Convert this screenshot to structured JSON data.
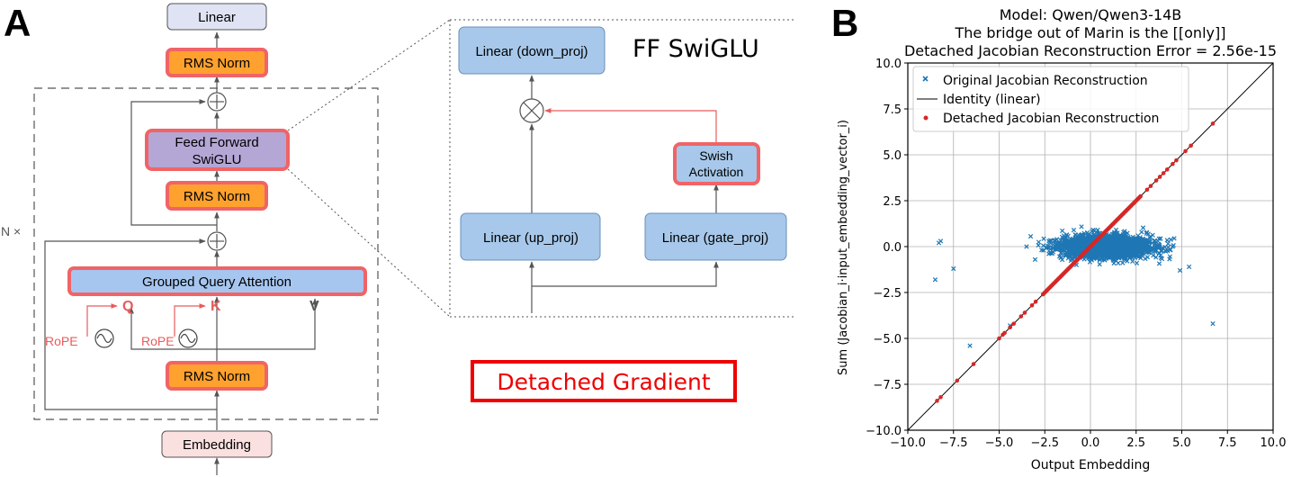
{
  "panel_a": {
    "letter": "A",
    "blocks": {
      "linear_top": "Linear",
      "rms_norm_top": "RMS Norm",
      "ff_line1": "Feed Forward",
      "ff_line2": "SwiGLU",
      "rms_norm_mid": "RMS Norm",
      "gqa": "Grouped Query Attention",
      "rms_norm_bottom": "RMS Norm",
      "embedding": "Embedding"
    },
    "qkv": {
      "q": "Q",
      "k": "K",
      "v": "V"
    },
    "rope": "RoPE",
    "repeat": "N ×",
    "zoom": {
      "title": "FF SwiGLU",
      "down_proj": "Linear (down_proj)",
      "up_proj": "Linear (up_proj)",
      "gate_proj": "Linear (gate_proj)",
      "swish_line1": "Swish",
      "swish_line2": "Activation"
    },
    "legend_detached": "Detached Gradient",
    "colors": {
      "red_border": "#f06467",
      "orange_fill": "#ffa12e",
      "blue_fill": "#a6c6ef",
      "purple_fill": "#b4a7d6",
      "linear_fill": "#dfe3f3",
      "embed_fill": "#fbe0e0",
      "zoom_block_fill": "#a7c8ea",
      "legend_red": "#ee0000"
    }
  },
  "panel_b": {
    "letter": "B",
    "title_line1": "Model: Qwen/Qwen3-14B",
    "title_line2": "The bridge out of Marin is the [[only]]",
    "title_line3": "Detached Jacobian Reconstruction Error = 2.56e-15",
    "xlabel": "Output Embedding",
    "ylabel": "Sum (Jacobian_i·input_embedding_vector_i)",
    "legend": [
      "Original Jacobian Reconstruction",
      "Identity (linear)",
      "Detached Jacobian Reconstruction"
    ],
    "colors": {
      "original": "#1f77b4",
      "identity": "#000000",
      "detached": "#d62728"
    }
  },
  "chart_data": {
    "type": "scatter",
    "xlabel": "Output Embedding",
    "ylabel": "Sum (Jacobian_i·input_embedding_vector_i)",
    "xlim": [
      -10,
      10
    ],
    "ylim": [
      -10,
      10
    ],
    "xticks": [
      -10,
      -7.5,
      -5,
      -2.5,
      0,
      2.5,
      5,
      7.5,
      10
    ],
    "yticks": [
      -10,
      -7.5,
      -5,
      -2.5,
      0,
      2.5,
      5,
      7.5,
      10
    ],
    "xtick_labels": [
      "−10.0",
      "−7.5",
      "−5.0",
      "−2.5",
      "0.0",
      "2.5",
      "5.0",
      "7.5",
      "10.0"
    ],
    "ytick_labels": [
      "−10.0",
      "−7.5",
      "−5.0",
      "−2.5",
      "0.0",
      "2.5",
      "5.0",
      "7.5",
      "10.0"
    ],
    "grid": true,
    "legend_position": "top-left",
    "series": [
      {
        "name": "Original Jacobian Reconstruction",
        "marker": "x",
        "cluster": {
          "x_center": 0.9,
          "x_spread": 1.2,
          "y_spread": 0.3,
          "count": 2500
        },
        "outliers": [
          [
            -8.2,
            0.3
          ],
          [
            -8.3,
            0.2
          ],
          [
            -8.5,
            -1.8
          ],
          [
            -7.5,
            -1.2
          ],
          [
            -6.6,
            -5.4
          ],
          [
            -4.4,
            -4.3
          ],
          [
            4.9,
            -1.3
          ],
          [
            5.4,
            -1.1
          ],
          [
            6.7,
            -4.2
          ],
          [
            -3.5,
            0.0
          ],
          [
            3.5,
            0.3
          ],
          [
            4.5,
            0.0
          ]
        ]
      },
      {
        "name": "Identity (linear)",
        "marker": "line",
        "points": [
          [
            -10,
            -10
          ],
          [
            10,
            10
          ]
        ]
      },
      {
        "name": "Detached Jacobian Reconstruction",
        "marker": "dot",
        "x_extent": [
          -8.4,
          6.7
        ],
        "x_dense": [
          -2.6,
          2.8
        ],
        "x_sparse": [
          -8.4,
          -8.2,
          -7.3,
          -6.4,
          -5.0,
          -4.8,
          -4.7,
          -4.4,
          -4.2,
          -3.8,
          -3.6,
          -3.2,
          -3.0,
          3.1,
          3.3,
          3.6,
          3.8,
          4.0,
          4.2,
          4.5,
          4.7,
          5.2,
          5.5,
          6.7
        ]
      }
    ]
  }
}
